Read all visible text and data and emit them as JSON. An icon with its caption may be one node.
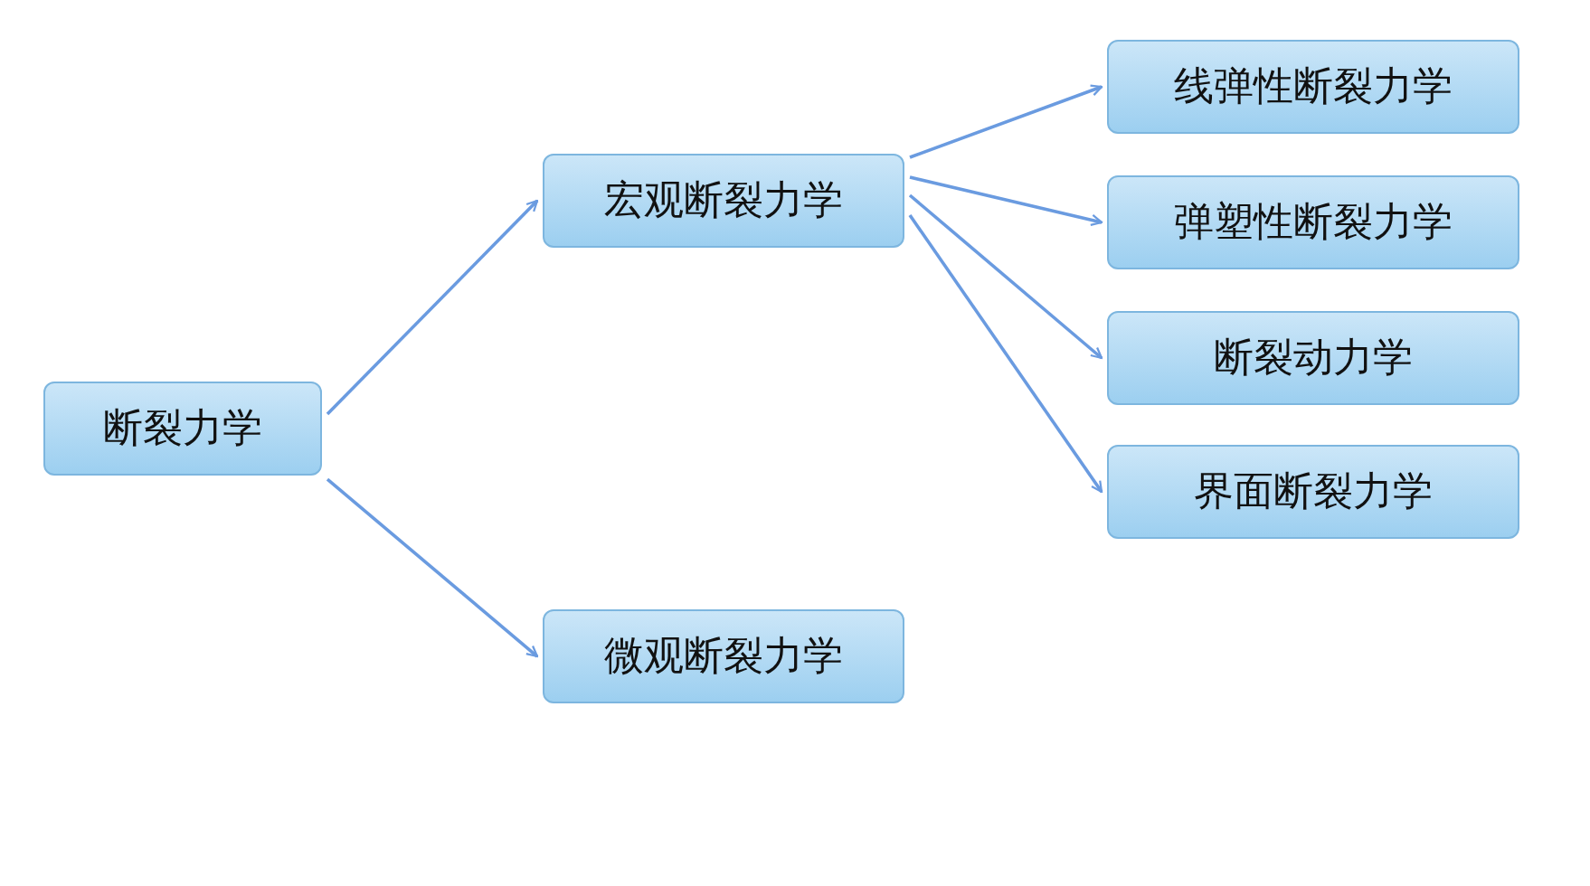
{
  "diagram": {
    "nodes": [
      {
        "text": [
          "断裂力学"
        ]
      },
      {
        "text": [
          "宏观断裂力学"
        ]
      },
      {
        "text": [
          "微观断裂力学"
        ]
      },
      {
        "text": [
          "线弹性断裂力学"
        ]
      },
      {
        "text": [
          "弹塑性断裂力学"
        ]
      },
      {
        "text": [
          "断裂动力学"
        ]
      },
      {
        "text": [
          "界面断裂力学"
        ]
      }
    ],
    "edges": [
      {
        "from": 0,
        "to": 1,
        "arrow": "to"
      },
      {
        "from": 0,
        "to": 2,
        "arrow": "to"
      },
      {
        "from": 1,
        "to": 3,
        "arrow": "to"
      },
      {
        "from": 1,
        "to": 4,
        "arrow": "to"
      },
      {
        "from": 1,
        "to": 5,
        "arrow": "to"
      },
      {
        "from": 1,
        "to": 6,
        "arrow": "to"
      }
    ]
  }
}
